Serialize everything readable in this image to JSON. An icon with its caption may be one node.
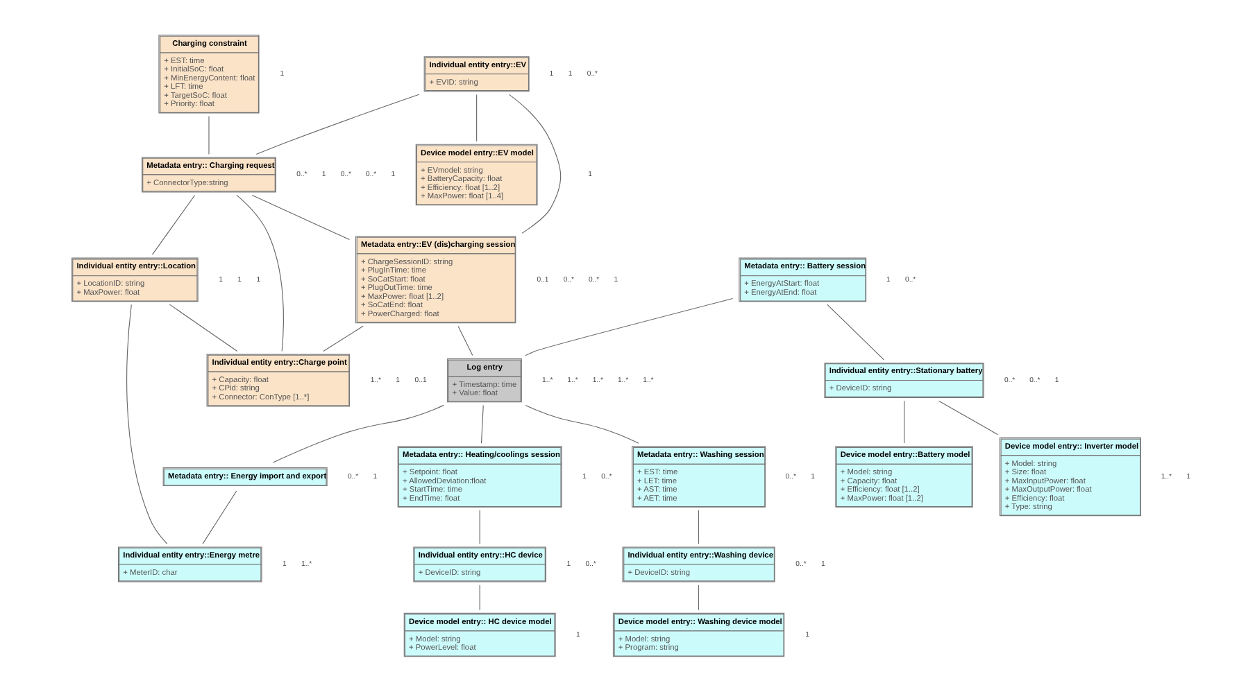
{
  "diagram": {
    "nodes": [
      {
        "text": [
          "Charging constraint",
          "+ EST: time",
          "+ InitialSoC: float",
          "+ MinEnergyContent: float",
          "+ LFT: time",
          "+ TargetSoC: float",
          "+ Priority: float"
        ]
      },
      {
        "text": [
          "Individual entity entry::EV",
          "+ EVID: string"
        ]
      },
      {
        "text": [
          "Device model entry::EV model",
          "+ EVmodel: string",
          "+ BatteryCapacity: float",
          "+ Efficiency: float [1..2]",
          "+ MaxPower: float [1..4]"
        ]
      },
      {
        "text": [
          "Metadata entry:: Battery session",
          "+ EnergyAtStart: float",
          "+ EnergyAtEnd: float"
        ]
      },
      {
        "text": [
          "Individual entity entry::Stationary battery",
          "+ DeviceID: string"
        ]
      },
      {
        "text": [
          "Device model entry:: Inverter model",
          "+ Model: string",
          "+ Size: float",
          "+ MaxInputPower: float",
          "+ MaxOutputPower: float",
          "+ Efficiency: float",
          "+ Type: string"
        ]
      },
      {
        "text": [
          "Metadata entry:: Charging request",
          "+ ConnectorType:string"
        ]
      },
      {
        "text": [
          "Metadata entry::EV (dis)charging session",
          "+ ChargeSessionID: string",
          "+ PlugInTime: time",
          "+ SoCatStart: float",
          "+ PlugOutTime: time",
          "+ MaxPower: float [1..2]",
          "+ SoCatEnd: float",
          "+ PowerCharged: float"
        ]
      },
      {
        "text": [
          "Log entry",
          "+ Timestamp: time",
          "+ Value: float"
        ]
      },
      {
        "text": [
          "Metadata entry:: Washing session",
          "+ EST: time",
          "+ LET: time",
          "+ AST: time",
          "+ AET: time"
        ]
      },
      {
        "text": [
          "Device model entry::Battery model",
          "+ Model: string",
          "+ Capacity: float",
          "+ Efficiency: float [1..2]",
          "+ MaxPower: float [1..2]"
        ]
      },
      {
        "text": [
          "Metadata entry:: Energy import and export"
        ]
      },
      {
        "text": [
          "Individual entity entry::Washing device",
          "+ DeviceID: string"
        ]
      },
      {
        "text": [
          "Device model entry:: Washing device model",
          "+ Model: string",
          "+ Program: string"
        ]
      },
      {
        "text": [
          "Individual entity entry::Location",
          "+ LocationID: string",
          "+ MaxPower: float"
        ]
      },
      {
        "text": [
          "Individual entity entry::Charge point",
          "+ Capacity: float",
          "+ CPid: string",
          "+ Connector: ConType [1..*]"
        ]
      },
      {
        "text": [
          "Metadata entry:: Heating/coolings session",
          "+ Setpoint: float",
          "+ AllowedDeviation:float",
          "+ StartTime: time",
          "+ EndTime: float"
        ]
      },
      {
        "text": [
          "Individual entity entry::Energy metre",
          "+ MeterID: char"
        ]
      },
      {
        "text": [
          "Individual entity entry::HC device",
          "+ DeviceID: string"
        ]
      },
      {
        "text": [
          "Device model entry:: HC device model",
          "+ Model: string",
          "+ PowerLevel: float"
        ]
      }
    ],
    "edges": [
      {
        "from": 0,
        "to": 6,
        "arrow": "none"
      },
      {
        "from": 1,
        "to": 2,
        "arrow": "none"
      },
      {
        "from": 1,
        "to": 6,
        "arrow": "none"
      },
      {
        "from": 1,
        "to": 7,
        "arrow": "none"
      },
      {
        "from": 6,
        "to": 7,
        "arrow": "none"
      },
      {
        "from": 7,
        "to": 8,
        "arrow": "none"
      },
      {
        "from": 6,
        "to": 14,
        "arrow": "none"
      },
      {
        "from": 6,
        "to": 15,
        "arrow": "none"
      },
      {
        "from": 7,
        "to": 15,
        "arrow": "none"
      },
      {
        "from": 14,
        "to": 15,
        "arrow": "none"
      },
      {
        "from": 14,
        "to": 17,
        "arrow": "none"
      },
      {
        "from": 3,
        "to": 8,
        "arrow": "none"
      },
      {
        "from": 3,
        "to": 4,
        "arrow": "none"
      },
      {
        "from": 4,
        "to": 5,
        "arrow": "none"
      },
      {
        "from": 4,
        "to": 10,
        "arrow": "none"
      },
      {
        "from": 8,
        "to": 9,
        "arrow": "none"
      },
      {
        "from": 8,
        "to": 11,
        "arrow": "none"
      },
      {
        "from": 8,
        "to": 16,
        "arrow": "none"
      },
      {
        "from": 11,
        "to": 17,
        "arrow": "none"
      },
      {
        "from": 9,
        "to": 12,
        "arrow": "none"
      },
      {
        "from": 12,
        "to": 13,
        "arrow": "none"
      },
      {
        "from": 16,
        "to": 18,
        "arrow": "none"
      },
      {
        "from": 18,
        "to": 19,
        "arrow": "none"
      }
    ],
    "labels": [
      "1",
      "1",
      "0..*",
      "1",
      "1",
      "0..*",
      "1",
      "0..*",
      "1",
      "0..1",
      "1",
      "1..*",
      "0..*",
      "1",
      "0..*",
      "0..1",
      "0..*",
      "1",
      "1",
      "1..*",
      "1",
      "1..*",
      "1",
      "1..*",
      "0..*",
      "1",
      "0..*",
      "1..*",
      "0..*",
      "1",
      "1..*",
      "1",
      "1..*",
      "1",
      "1..*",
      "1",
      "0..*",
      "1",
      "0..*",
      "1",
      "0..*",
      "1",
      "0..*",
      "1",
      "0..*",
      "1"
    ]
  }
}
